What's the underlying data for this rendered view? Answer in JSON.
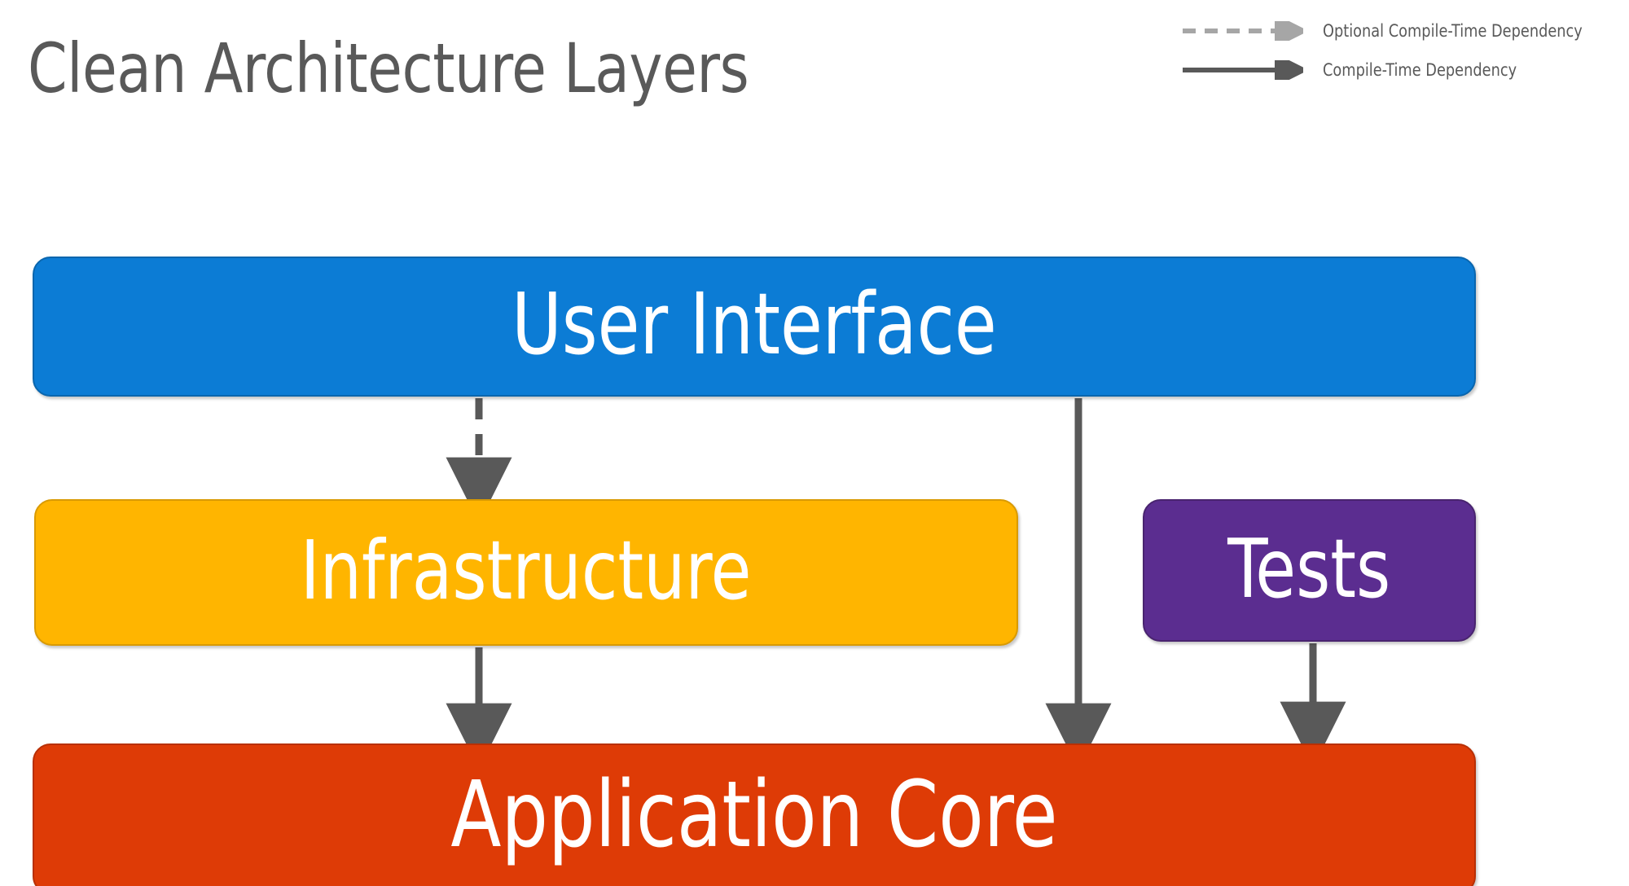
{
  "title": "Clean Architecture Layers",
  "legend": {
    "items": [
      {
        "style": "dashed",
        "icon": "dashed-arrow-icon",
        "label": "Optional Compile-Time Dependency",
        "color": "#A6A6A6"
      },
      {
        "style": "solid",
        "icon": "solid-arrow-icon",
        "label": "Compile-Time Dependency",
        "color": "#595959"
      }
    ]
  },
  "layers": [
    {
      "key": "ui",
      "label": "User Interface",
      "color": "#0C7CD5",
      "border": "#0A66AE",
      "text_color": "#FFFFFF"
    },
    {
      "key": "infrastructure",
      "label": "Infrastructure",
      "color": "#FFB500",
      "border": "#D99A00",
      "text_color": "#FFFFFF"
    },
    {
      "key": "tests",
      "label": "Tests",
      "color": "#5B2D90",
      "border": "#49246F",
      "text_color": "#FFFFFF"
    },
    {
      "key": "application_core",
      "label": "Application Core",
      "color": "#DE3B06",
      "border": "#B83005",
      "text_color": "#FFFFFF"
    }
  ],
  "dependencies": [
    {
      "from": "User Interface",
      "to": "Infrastructure",
      "style": "dashed",
      "kind": "Optional Compile-Time Dependency"
    },
    {
      "from": "Infrastructure",
      "to": "Application Core",
      "style": "solid",
      "kind": "Compile-Time Dependency"
    },
    {
      "from": "User Interface",
      "to": "Application Core",
      "style": "solid",
      "kind": "Compile-Time Dependency"
    },
    {
      "from": "Tests",
      "to": "Application Core",
      "style": "solid",
      "kind": "Compile-Time Dependency"
    }
  ],
  "colors": {
    "title": "#595959",
    "arrow_solid": "#595959",
    "arrow_dashed": "#A6A6A6",
    "background": "#FFFFFF"
  }
}
